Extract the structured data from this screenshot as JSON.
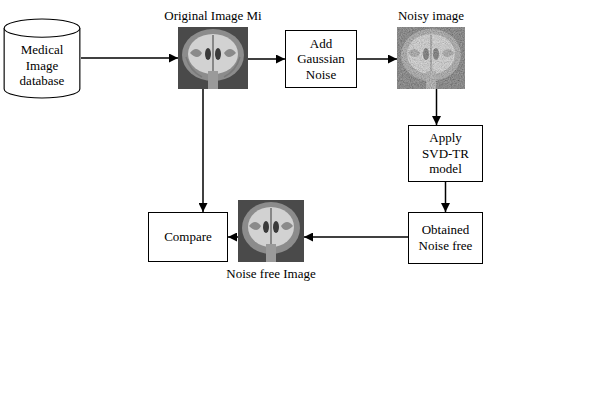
{
  "diagram": {
    "nodes": [
      {
        "text": [
          "Medical Image database"
        ]
      },
      {
        "text": [
          "Original Image Mi"
        ]
      },
      {
        "text": [
          "Add Gaussian Noise"
        ]
      },
      {
        "text": [
          "Noisy image"
        ]
      },
      {
        "text": [
          "Apply SVD-TR model"
        ]
      },
      {
        "text": [
          "Obtained Noise free"
        ]
      },
      {
        "text": [
          "Noise free Image"
        ]
      },
      {
        "text": [
          "Compare"
        ]
      }
    ],
    "edges": [
      {
        "from": 0,
        "to": 1,
        "arrow": "to"
      },
      {
        "from": 1,
        "to": 2,
        "arrow": "to"
      },
      {
        "from": 2,
        "to": 3,
        "arrow": "to"
      },
      {
        "from": 3,
        "to": 4,
        "arrow": "to"
      },
      {
        "from": 4,
        "to": 5,
        "arrow": "to"
      },
      {
        "from": 5,
        "to": 6,
        "arrow": "to"
      },
      {
        "from": 6,
        "to": 7,
        "arrow": "to"
      },
      {
        "from": 1,
        "to": 7,
        "arrow": "to"
      }
    ]
  }
}
